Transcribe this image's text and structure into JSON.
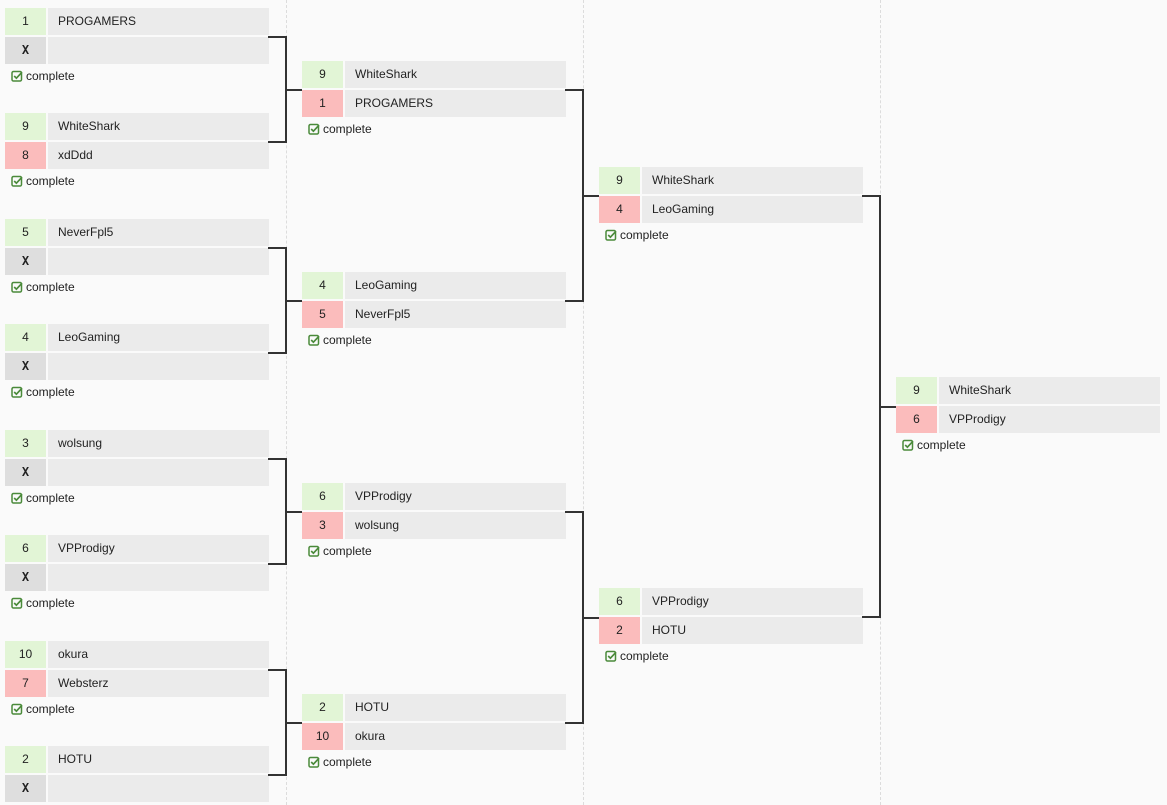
{
  "status_label": "complete",
  "bye_mark": "X",
  "colors": {
    "win": "#e2f5d6",
    "loss": "#fbbcbc",
    "bye": "#dedede",
    "name_bg": "#ebebeb",
    "check": "#4a8a3a"
  },
  "rounds": [
    {
      "matches": [
        {
          "teams": [
            {
              "score": "1",
              "name": "PROGAMERS",
              "result": "win"
            },
            {
              "score": "X",
              "name": "",
              "result": "bye"
            }
          ],
          "status": "complete"
        },
        {
          "teams": [
            {
              "score": "9",
              "name": "WhiteShark",
              "result": "win"
            },
            {
              "score": "8",
              "name": "xdDdd",
              "result": "loss"
            }
          ],
          "status": "complete"
        },
        {
          "teams": [
            {
              "score": "5",
              "name": "NeverFpl5",
              "result": "win"
            },
            {
              "score": "X",
              "name": "",
              "result": "bye"
            }
          ],
          "status": "complete"
        },
        {
          "teams": [
            {
              "score": "4",
              "name": "LeoGaming",
              "result": "win"
            },
            {
              "score": "X",
              "name": "",
              "result": "bye"
            }
          ],
          "status": "complete"
        },
        {
          "teams": [
            {
              "score": "3",
              "name": "wolsung",
              "result": "win"
            },
            {
              "score": "X",
              "name": "",
              "result": "bye"
            }
          ],
          "status": "complete"
        },
        {
          "teams": [
            {
              "score": "6",
              "name": "VPProdigy",
              "result": "win"
            },
            {
              "score": "X",
              "name": "",
              "result": "bye"
            }
          ],
          "status": "complete"
        },
        {
          "teams": [
            {
              "score": "10",
              "name": "okura",
              "result": "win"
            },
            {
              "score": "7",
              "name": "Websterz",
              "result": "loss"
            }
          ],
          "status": "complete"
        },
        {
          "teams": [
            {
              "score": "2",
              "name": "HOTU",
              "result": "win"
            },
            {
              "score": "X",
              "name": "",
              "result": "bye"
            }
          ],
          "status": ""
        }
      ]
    },
    {
      "matches": [
        {
          "teams": [
            {
              "score": "9",
              "name": "WhiteShark",
              "result": "win"
            },
            {
              "score": "1",
              "name": "PROGAMERS",
              "result": "loss"
            }
          ],
          "status": "complete"
        },
        {
          "teams": [
            {
              "score": "4",
              "name": "LeoGaming",
              "result": "win"
            },
            {
              "score": "5",
              "name": "NeverFpl5",
              "result": "loss"
            }
          ],
          "status": "complete"
        },
        {
          "teams": [
            {
              "score": "6",
              "name": "VPProdigy",
              "result": "win"
            },
            {
              "score": "3",
              "name": "wolsung",
              "result": "loss"
            }
          ],
          "status": "complete"
        },
        {
          "teams": [
            {
              "score": "2",
              "name": "HOTU",
              "result": "win"
            },
            {
              "score": "10",
              "name": "okura",
              "result": "loss"
            }
          ],
          "status": "complete"
        }
      ]
    },
    {
      "matches": [
        {
          "teams": [
            {
              "score": "9",
              "name": "WhiteShark",
              "result": "win"
            },
            {
              "score": "4",
              "name": "LeoGaming",
              "result": "loss"
            }
          ],
          "status": "complete"
        },
        {
          "teams": [
            {
              "score": "6",
              "name": "VPProdigy",
              "result": "win"
            },
            {
              "score": "2",
              "name": "HOTU",
              "result": "loss"
            }
          ],
          "status": "complete"
        }
      ]
    },
    {
      "matches": [
        {
          "teams": [
            {
              "score": "9",
              "name": "WhiteShark",
              "result": "win"
            },
            {
              "score": "6",
              "name": "VPProdigy",
              "result": "loss"
            }
          ],
          "status": "complete"
        }
      ]
    }
  ]
}
